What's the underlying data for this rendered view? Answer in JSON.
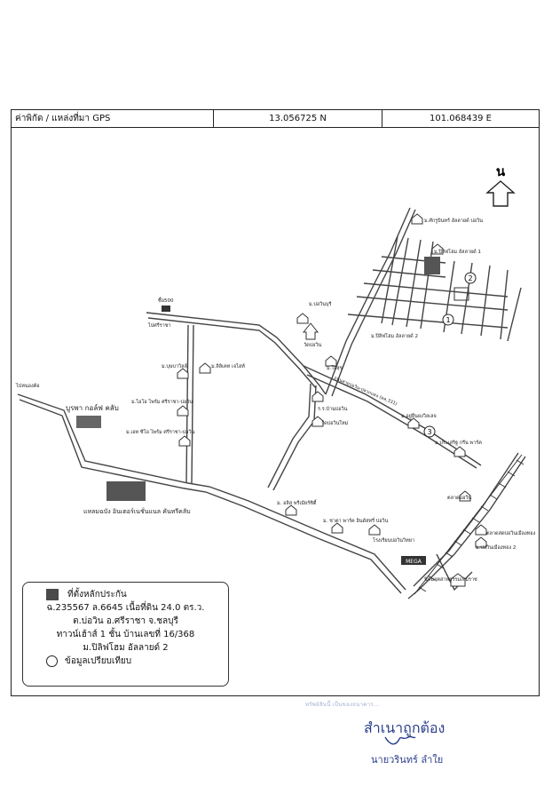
{
  "gps": {
    "label": "ค่าพิกัด / แหล่งที่มา GPS",
    "latitude": "13.056725 N",
    "longitude": "101.068439 E"
  },
  "map": {
    "north": "น",
    "labels": {
      "l01": "ม.ศักรูบินทร์ อัลลายด์ บ่อวิน",
      "l02": "ม.ปิลิฟโฮม อัลลายด์ 1",
      "l03": "ม.ปิลิฟโฮม อัลลายด์ 2",
      "l04": "ซื้อ500",
      "l05": "ไปศรีราชา",
      "l06": "ม.บ่อวินบุรี",
      "l07": "วัดบ่อวิน",
      "l08": "ม.ใจสุข",
      "l09": "ม.บุษบาวิลล์",
      "l10": "ม.ลิลิเคท เจไฮท์",
      "l11": "ม.ไอโอ ไพร์ม ศรีราชา-บ่อวิน",
      "l12": "ม.เอท ซีโอ ไพร์ม ศรีราชา-บ่อวิน",
      "l13": "บูรพา กอล์ฟ คลับ",
      "l14": "ไปหนองค้อ",
      "l15": "แหลมฉบัง อินเตอร์เนชั่นแนล คันทรีคลับ",
      "l16": "ร.ร.บ้านบ่อวิน",
      "l17": "วัดบ่อวินใหม่",
      "l18": "ม.อยู่ยืนยงวิลเลจ",
      "l19": "ม.ประเสริฐ กรีน พาร์ค",
      "l20": "ตลาดบ่อวิน",
      "l21": "ม. อลิส พรีเมียร์ซิตี้",
      "l22": "ม. ชาตา พาร์ค อินดัสทรี่ บ่อวิน",
      "l23": "โรงเรียนบ่อวินวิทยา",
      "l24": "ตลาดสดบ่อวินเมืองทอง",
      "l25": "ม.บ่อวินเมืองทอง 2",
      "l26": "นิคมอุตสาหกรรมเหมราช",
      "l27": "ถนนสายบ่อวิน-ปลวกแดง (ทล.331)",
      "l28": "MEGA"
    },
    "markers": [
      "1",
      "2",
      "3"
    ]
  },
  "legend": {
    "line1": "ที่ตั้งหลักประกัน",
    "line2": "ฉ.235567 ล.6645 เนื้อที่ดิน 24.0 ตร.ว.",
    "line3": "ต.บ่อวิน อ.ศรีราชา จ.ชลบุรี",
    "line4": "ทาวน์เฮ้าส์ 1 ชั้น บ้านเลขที่ 16/368",
    "line5": "ม.ปิลิฟโฮม อัลลายด์ 2",
    "line6": "ข้อมูลเปรียบเทียบ"
  },
  "stamp": {
    "faint": "ทรัพย์สินนี้ เป็นของธนาคาร...",
    "certified": "สำเนาถูกต้อง",
    "name": "นายวรินทร์ ลำใย"
  }
}
